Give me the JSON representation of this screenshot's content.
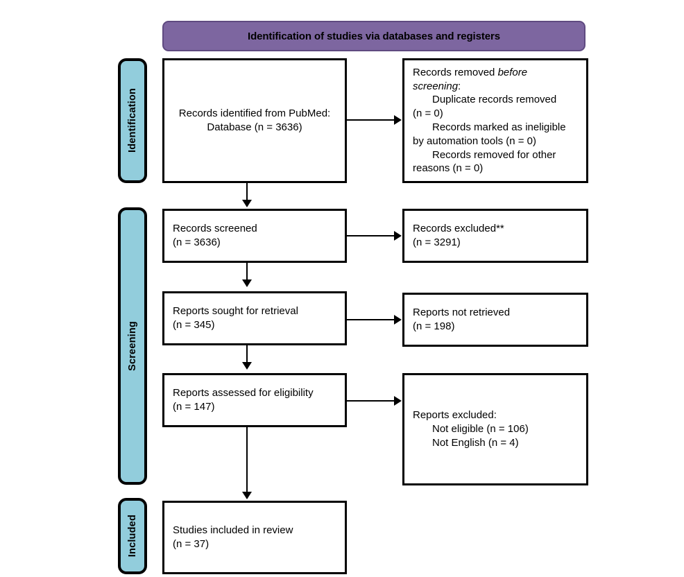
{
  "diagram": {
    "title": "Identification of studies via databases and registers",
    "colors": {
      "banner_fill": "#7d66a0",
      "banner_border": "#5f4a80",
      "stage_fill": "#92cddc",
      "box_border": "#000000",
      "box_fill": "#ffffff"
    }
  },
  "stages": [
    {
      "label": "Identification"
    },
    {
      "label": "Screening"
    },
    {
      "label": "Included"
    }
  ],
  "boxes": {
    "identified": {
      "line1": "Records identified from PubMed:",
      "line2": "Database (n = 3636)"
    },
    "removed_before": {
      "line1_a": "Records removed ",
      "line1_i": "before",
      "line2_i": "screening",
      "line2_b": ":",
      "line3": "Duplicate records removed",
      "line4": "(n = 0)",
      "line5": "Records marked as ineligible",
      "line6": "by automation tools (n = 0)",
      "line7": "Records removed for other",
      "line8": "reasons (n = 0)"
    },
    "screened": {
      "line1": "Records screened",
      "line2": "(n = 3636)"
    },
    "records_excluded": {
      "line1": "Records excluded**",
      "line2": "(n = 3291)"
    },
    "sought": {
      "line1": "Reports sought for retrieval",
      "line2": "(n = 345)"
    },
    "not_retrieved": {
      "line1": "Reports not retrieved",
      "line2": "(n = 198)"
    },
    "assessed": {
      "line1": "Reports assessed for eligibility",
      "line2": "(n = 147)"
    },
    "reports_excluded": {
      "line1": "Reports excluded:",
      "line2": "Not eligible (n = 106)",
      "line3": "Not English (n = 4)"
    },
    "included": {
      "line1": "Studies included in review",
      "line2": "(n = 37)"
    }
  },
  "chart_data": {
    "type": "diagram",
    "title": "PRISMA 2020 flow diagram",
    "subtitle": "Identification of studies via databases and registers",
    "nodes": [
      {
        "id": "identified",
        "stage": "Identification",
        "label": "Records identified from PubMed: Database",
        "n": 3636
      },
      {
        "id": "removed_before",
        "stage": "Identification",
        "label": "Records removed before screening",
        "children": [
          {
            "label": "Duplicate records removed",
            "n": 0
          },
          {
            "label": "Records marked as ineligible by automation tools",
            "n": 0
          },
          {
            "label": "Records removed for other reasons",
            "n": 0
          }
        ]
      },
      {
        "id": "screened",
        "stage": "Screening",
        "label": "Records screened",
        "n": 3636
      },
      {
        "id": "records_excluded",
        "stage": "Screening",
        "label": "Records excluded**",
        "n": 3291
      },
      {
        "id": "sought",
        "stage": "Screening",
        "label": "Reports sought for retrieval",
        "n": 345
      },
      {
        "id": "not_retrieved",
        "stage": "Screening",
        "label": "Reports not retrieved",
        "n": 198
      },
      {
        "id": "assessed",
        "stage": "Screening",
        "label": "Reports assessed for eligibility",
        "n": 147
      },
      {
        "id": "reports_excluded",
        "stage": "Screening",
        "label": "Reports excluded",
        "children": [
          {
            "label": "Not eligible",
            "n": 106
          },
          {
            "label": "Not English",
            "n": 4
          }
        ]
      },
      {
        "id": "included",
        "stage": "Included",
        "label": "Studies included in review",
        "n": 37
      }
    ],
    "edges": [
      {
        "from": "identified",
        "to": "removed_before",
        "direction": "right"
      },
      {
        "from": "identified",
        "to": "screened",
        "direction": "down"
      },
      {
        "from": "screened",
        "to": "records_excluded",
        "direction": "right"
      },
      {
        "from": "screened",
        "to": "sought",
        "direction": "down"
      },
      {
        "from": "sought",
        "to": "not_retrieved",
        "direction": "right"
      },
      {
        "from": "sought",
        "to": "assessed",
        "direction": "down"
      },
      {
        "from": "assessed",
        "to": "reports_excluded",
        "direction": "right"
      },
      {
        "from": "assessed",
        "to": "included",
        "direction": "down"
      }
    ]
  }
}
